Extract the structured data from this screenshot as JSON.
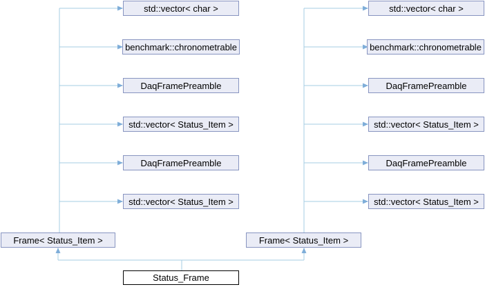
{
  "diagram": {
    "kind": "class-collaboration-graph",
    "background": "#FFFFFF",
    "colors": {
      "background": "#FFFFFF",
      "node_fill": "#EAECF6",
      "node_border": "#8794C0",
      "edge_line": "#A6CCE3",
      "edge_arrow": "#7FAED9",
      "root_fill": "#FFFFFF",
      "root_border": "#000000",
      "text": "#000000"
    },
    "root": {
      "label": "Status_Frame"
    },
    "parents": [
      {
        "label": "Frame< Status_Item >"
      },
      {
        "label": "Frame< Status_Item >"
      }
    ],
    "left_members": [
      {
        "label": "std::vector< char >"
      },
      {
        "label": "benchmark::chronometrable"
      },
      {
        "label": "DaqFramePreamble"
      },
      {
        "label": "std::vector< Status_Item >"
      },
      {
        "label": "DaqFramePreamble"
      },
      {
        "label": "std::vector< Status_Item >"
      }
    ],
    "right_members": [
      {
        "label": "std::vector< char >"
      },
      {
        "label": "benchmark::chronometrable"
      },
      {
        "label": "DaqFramePreamble"
      },
      {
        "label": "std::vector< Status_Item >"
      },
      {
        "label": "DaqFramePreamble"
      },
      {
        "label": "std::vector< Status_Item >"
      }
    ]
  }
}
